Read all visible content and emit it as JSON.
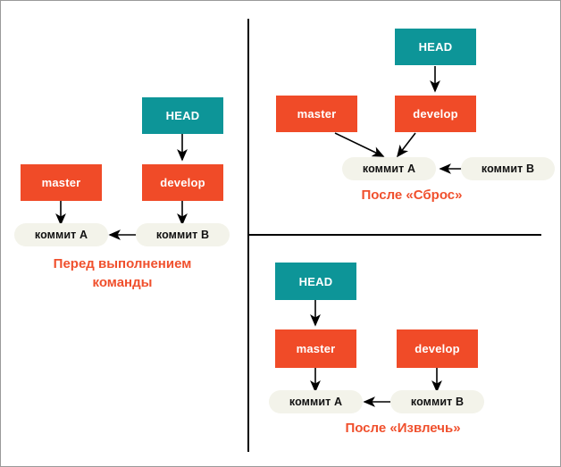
{
  "diagram": {
    "title_text_color": "#f0502d",
    "palette": {
      "head_box": "#0d9598",
      "branch_box": "#f04b28",
      "commit_pill": "#f3f3ea",
      "arrow": "#000000",
      "divider": "#000000",
      "border": "#9a9a9a",
      "background": "#ffffff"
    },
    "panels": [
      {
        "id": "before",
        "caption": "Перед выполнением\nкоманды",
        "nodes": {
          "head": "HEAD",
          "master": "master",
          "develop": "develop",
          "commit_a": "коммит А",
          "commit_b": "коммит В"
        }
      },
      {
        "id": "after-reset",
        "caption": "После «Сброс»",
        "nodes": {
          "head": "HEAD",
          "master": "master",
          "develop": "develop",
          "commit_a": "коммит А",
          "commit_b": "коммит В"
        }
      },
      {
        "id": "after-checkout",
        "caption": "После «Извлечь»",
        "nodes": {
          "head": "HEAD",
          "master": "master",
          "develop": "develop",
          "commit_a": "коммит А",
          "commit_b": "коммит В"
        }
      }
    ]
  }
}
